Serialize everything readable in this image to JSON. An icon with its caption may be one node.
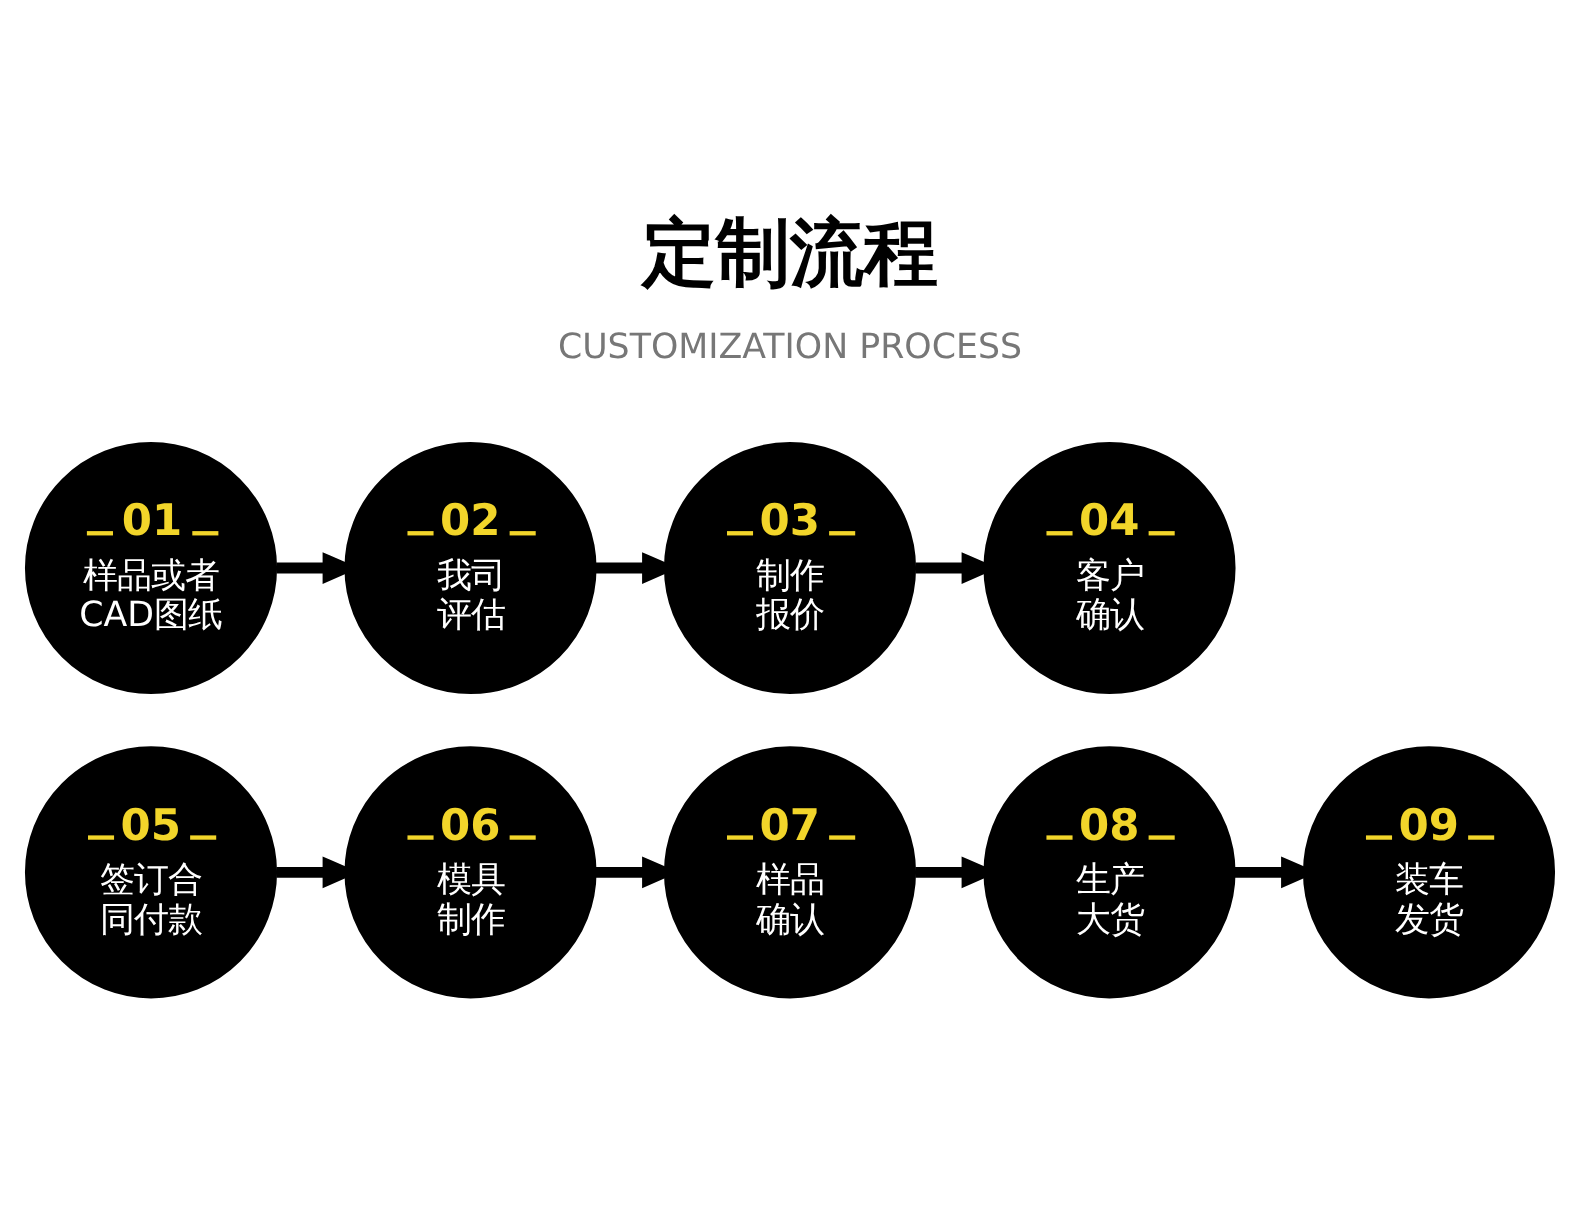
{
  "diagram": {
    "title": "定制流程",
    "nodes": [
      {
        "text": [
          "01",
          "样品或者CAD图纸"
        ]
      },
      {
        "text": [
          "02",
          "我司评估"
        ]
      },
      {
        "text": [
          "03",
          "制作报价"
        ]
      },
      {
        "text": [
          "04",
          "客户确认"
        ]
      },
      {
        "text": [
          "05",
          "签订合同付款"
        ]
      },
      {
        "text": [
          "06",
          "模具制作"
        ]
      },
      {
        "text": [
          "07",
          "样品确认"
        ]
      },
      {
        "text": [
          "08",
          "生产大货"
        ]
      },
      {
        "text": [
          "09",
          "装车发货"
        ]
      }
    ],
    "edges": [
      {
        "from": 0,
        "to": 1,
        "arrow": "to"
      },
      {
        "from": 1,
        "to": 2,
        "arrow": "to"
      },
      {
        "from": 2,
        "to": 3,
        "arrow": "to"
      },
      {
        "from": 4,
        "to": 5,
        "arrow": "to"
      },
      {
        "from": 5,
        "to": 6,
        "arrow": "to"
      },
      {
        "from": 6,
        "to": 7,
        "arrow": "to"
      },
      {
        "from": 7,
        "to": 8,
        "arrow": "to"
      }
    ],
    "labels": [
      "CUSTOMIZATION PROCESS"
    ]
  }
}
